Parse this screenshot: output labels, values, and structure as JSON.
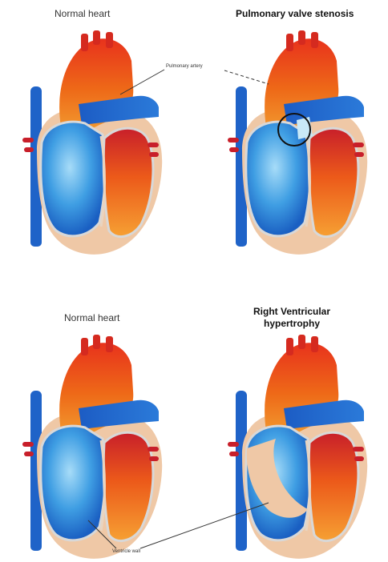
{
  "top_row": {
    "left_title": "Normal heart",
    "right_title": "Pulmonary valve stenosis",
    "callout": "Pulmonary artery"
  },
  "bottom_row": {
    "left_title": "Normal heart",
    "right_title_line1": "Right Ventricular",
    "right_title_line2": "hypertrophy",
    "callout": "Ventricle wall"
  },
  "colors": {
    "aorta": "#e0401c",
    "aorta_dark": "#c41f1f",
    "blue_vessel": "#1f63c8",
    "blue_chamber": "#4aa8e6",
    "orange_chamber": "#f07a18",
    "muscle": "#efc8a6",
    "outline": "#d8d8d8"
  }
}
